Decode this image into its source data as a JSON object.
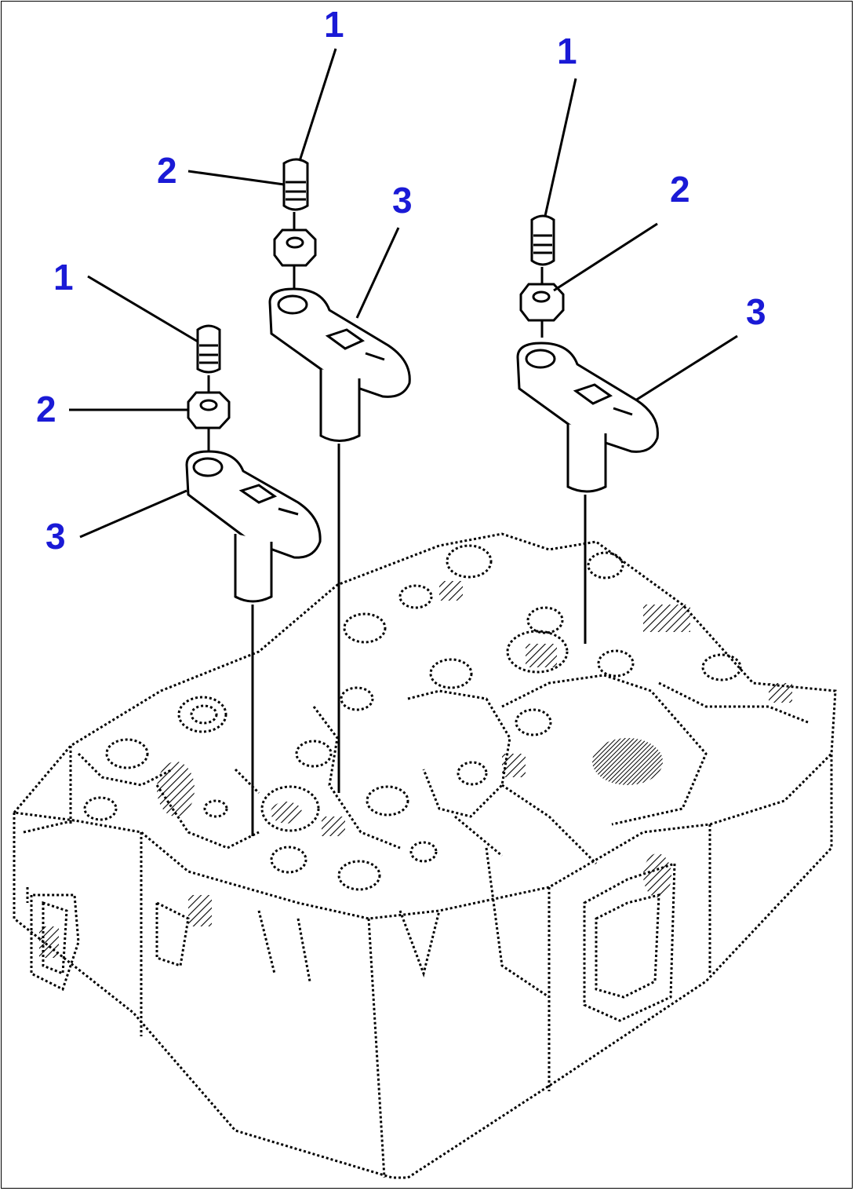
{
  "diagram": {
    "callouts": [
      {
        "id": "c1a",
        "label": "1"
      },
      {
        "id": "c1b",
        "label": "1"
      },
      {
        "id": "c1c",
        "label": "1"
      },
      {
        "id": "c2a",
        "label": "2"
      },
      {
        "id": "c2b",
        "label": "2"
      },
      {
        "id": "c2c",
        "label": "2"
      },
      {
        "id": "c3a",
        "label": "3"
      },
      {
        "id": "c3b",
        "label": "3"
      },
      {
        "id": "c3c",
        "label": "3"
      }
    ],
    "colors": {
      "callout": "#1a1ad6",
      "line": "#000000",
      "hatch": "#000000",
      "background": "#ffffff"
    }
  }
}
